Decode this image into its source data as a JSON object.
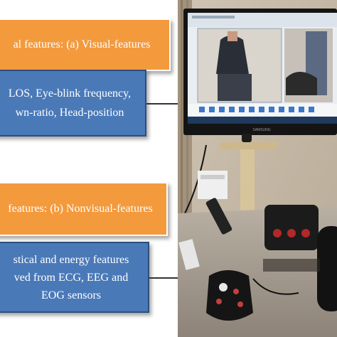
{
  "boxes": {
    "visual_title": "al features: (a) Visual-features",
    "visual_list": "LOS, Eye-blink frequency,\nwn-ratio, Head-position",
    "nonvisual_title": "features: (b) Nonvisual-features",
    "nonvisual_list": "stical and energy features\nved from ECG, EEG and\nEOG sensors"
  },
  "colors": {
    "orange_box": "#F39A3D",
    "blue_box": "#4A79B8",
    "blue_border": "#2C4E7E",
    "connector": "#333333"
  },
  "photo": {
    "monitor_brand": "SAMSUNG"
  }
}
